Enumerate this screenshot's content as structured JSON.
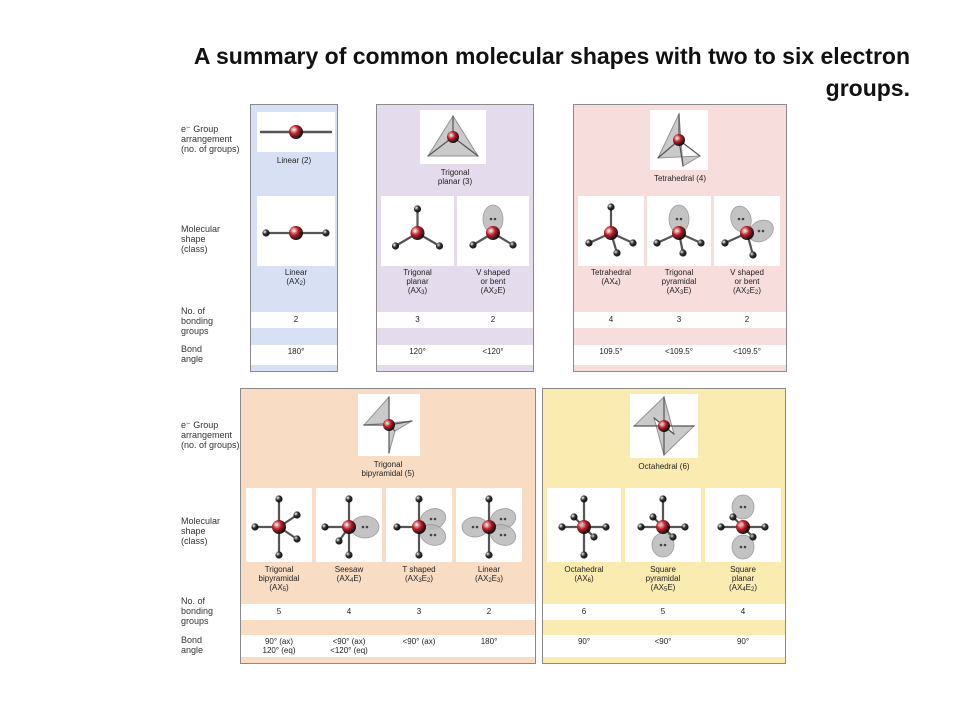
{
  "title": "A summary of common molecular shapes with two to six electron groups.",
  "row_labels": {
    "group_arrangement": "e⁻ Group\narrangement\n(no. of groups)",
    "molecular_shape": "Molecular\nshape\n(class)",
    "bonding_groups": "No. of\nbonding\ngroups",
    "bond_angle": "Bond\nangle"
  },
  "top_panels": [
    {
      "color": "blue",
      "arrangement": "Linear (2)",
      "columns": [
        {
          "shape": "Linear",
          "class": "(AX2)",
          "bonding": "2",
          "angle": "180°"
        }
      ]
    },
    {
      "color": "purple",
      "arrangement": "Trigonal\nplanar (3)",
      "columns": [
        {
          "shape": "Trigonal\nplanar",
          "class": "(AX3)",
          "bonding": "3",
          "angle": "120°"
        },
        {
          "shape": "V shaped\nor bent",
          "class": "(AX2E)",
          "bonding": "2",
          "angle": "<120°"
        }
      ]
    },
    {
      "color": "pink",
      "arrangement": "Tetrahedral (4)",
      "columns": [
        {
          "shape": "Tetrahedral",
          "class": "(AX4)",
          "bonding": "4",
          "angle": "109.5°"
        },
        {
          "shape": "Trigonal\npyramidal",
          "class": "(AX3E)",
          "bonding": "3",
          "angle": "<109.5°"
        },
        {
          "shape": "V shaped\nor bent",
          "class": "(AX2E2)",
          "bonding": "2",
          "angle": "<109.5°"
        }
      ]
    }
  ],
  "bottom_panels": [
    {
      "color": "peach",
      "arrangement": "Trigonal\nbipyramidal (5)",
      "columns": [
        {
          "shape": "Trigonal\nbipyramidal",
          "class": "(AX5)",
          "bonding": "5",
          "angle": "90° (ax)\n120° (eq)"
        },
        {
          "shape": "Seesaw",
          "class": "(AX4E)",
          "bonding": "4",
          "angle": "<90° (ax)\n<120° (eq)"
        },
        {
          "shape": "T shaped",
          "class": "(AX3E2)",
          "bonding": "3",
          "angle": "<90° (ax)"
        },
        {
          "shape": "Linear",
          "class": "(AX2E3)",
          "bonding": "2",
          "angle": "180°"
        }
      ]
    },
    {
      "color": "yellow",
      "arrangement": "Octahedral (6)",
      "columns": [
        {
          "shape": "Octahedral",
          "class": "(AX6)",
          "bonding": "6",
          "angle": "90°"
        },
        {
          "shape": "Square\npyramidal",
          "class": "(AX5E)",
          "bonding": "5",
          "angle": "<90°"
        },
        {
          "shape": "Square\nplanar",
          "class": "(AX4E2)",
          "bonding": "4",
          "angle": "90°"
        }
      ]
    }
  ],
  "colors": {
    "blue": "#d8e1f4",
    "purple": "#e4dcec",
    "pink": "#f7dedd",
    "peach": "#f9dcc4",
    "yellow": "#faebb1",
    "atom_central": "#c8202a",
    "atom_outer": "#333333",
    "lone_pair": "#b9b9b9"
  }
}
